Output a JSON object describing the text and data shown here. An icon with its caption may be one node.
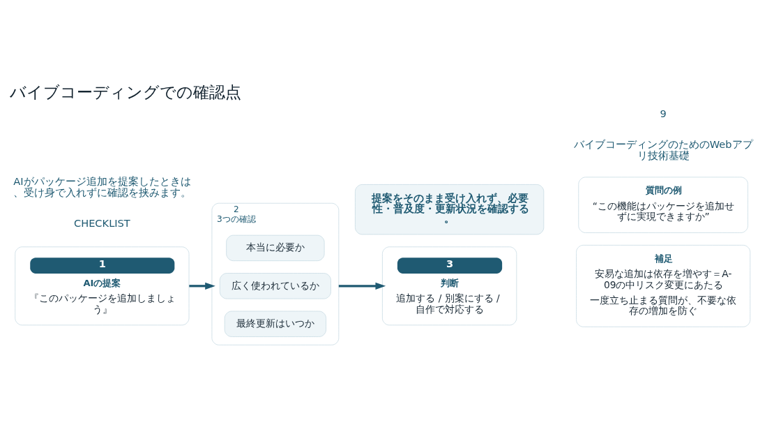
{
  "diagram": {
    "title": "バイブコーディングでの確認点",
    "nodes": [
      {
        "text": [
          "1",
          "AIの提案",
          "『このパッケージを追加しましょう』"
        ]
      },
      {
        "text": [
          "2",
          "3つの確認"
        ]
      },
      {
        "text": [
          "本当に必要か"
        ],
        "in": 1
      },
      {
        "text": [
          "広く使われているか"
        ],
        "in": 1
      },
      {
        "text": [
          "最終更新はいつか"
        ],
        "in": 1
      },
      {
        "text": [
          "3",
          "判断",
          "追加する / 別案にする / 自作で対応する"
        ]
      },
      {
        "text": [
          "補足",
          "安易な追加は依存を増やす＝A-09の中リスク変更にあたる",
          "一度立ち止まる質問が、不要な依存の増加を防ぐ"
        ]
      },
      {
        "text": [
          "質問の例",
          "“この機能はパッケージを追加せずに実現できますか”"
        ]
      },
      {
        "text": [
          "提案をそのまま受け入れず、必要性・普及度・更新状況を確認する。"
        ]
      }
    ],
    "edges": [
      {
        "from": 0,
        "to": 1,
        "arrow": "to"
      },
      {
        "from": 1,
        "to": 5,
        "arrow": "to"
      }
    ],
    "labels": [
      "CHECKLIST",
      "AIがパッケージ追加を提案したときは、受け身で入れずに確認を挟みます。",
      "バイブコーディングのためのWebアプリ技術基礎",
      "9"
    ]
  }
}
